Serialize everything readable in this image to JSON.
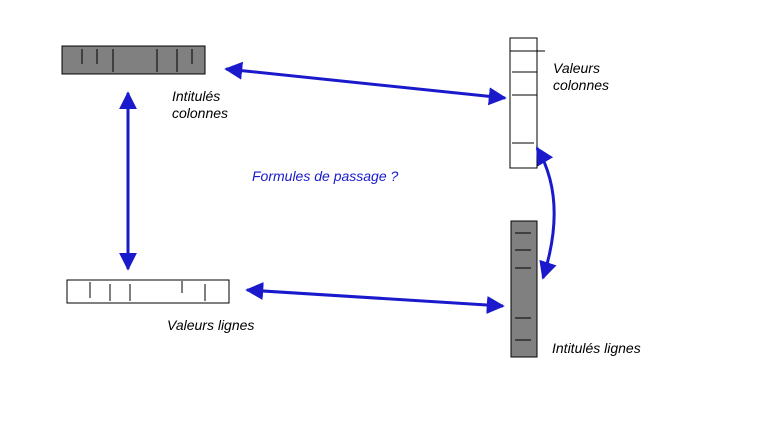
{
  "labels": {
    "intitules_colonnes": [
      "Intitulés",
      "colonnes"
    ],
    "valeurs_colonnes": [
      "Valeurs",
      "colonnes"
    ],
    "formules": "Formules de passage ?",
    "valeurs_lignes": "Valeurs lignes",
    "intitules_lignes": "Intitulés lignes"
  },
  "colors": {
    "arrow": "#1a1acc",
    "filled_box": "#808080",
    "label_accent": "#1a1acc"
  }
}
